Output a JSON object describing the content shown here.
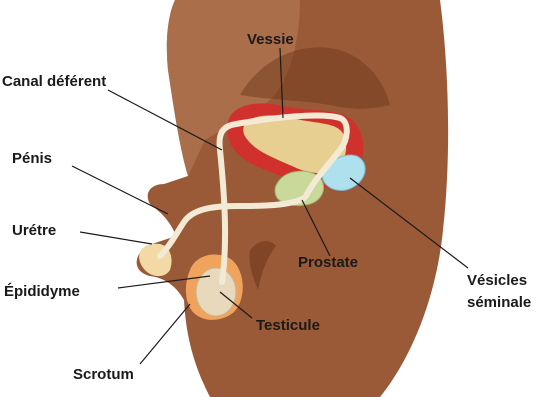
{
  "labels": {
    "vessie": "Vessie",
    "canal_deferent": "Canal déférent",
    "penis": "Pénis",
    "uretre": "Urétre",
    "epididyme": "Épididyme",
    "scrotum": "Scrotum",
    "testicule": "Testicule",
    "prostate": "Prostate",
    "vesicules_line1": "Vésicles",
    "vesicules_line2": "séminale"
  },
  "colors": {
    "skin_light": "#b07654",
    "skin": "#9a5a37",
    "skin_dark": "#6b3519",
    "bladder_wall": "#d0312d",
    "bladder_inner": "#e6cf90",
    "duct": "#f2ead4",
    "prostate": "#c8d99a",
    "vesicles": "#aee0ee",
    "testis": "#e9d9bc",
    "scrotum": "#f0a35d",
    "penis_tip": "#f2d9a5"
  }
}
